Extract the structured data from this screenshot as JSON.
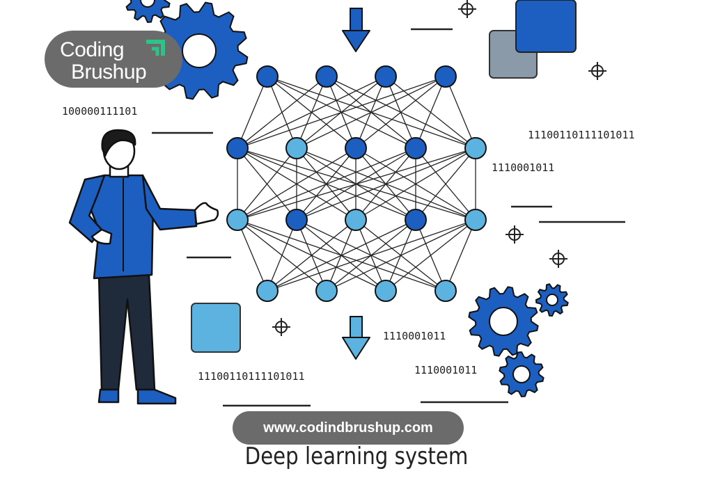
{
  "brand": {
    "line1": "Coding",
    "line2": "Brushup",
    "accent_color": "#2ec28b"
  },
  "website": "www.codindbrushup.com",
  "caption": "Deep learning system",
  "binary_labels": [
    "100000111101",
    "11100110111101011",
    "1110001011",
    "1110001011",
    "11100110111101011",
    "1110001011"
  ],
  "colors": {
    "dark_blue": "#1c5fc0",
    "light_blue": "#5db3e0",
    "gray_square": "#8a9aa8",
    "line": "#222222"
  },
  "network": {
    "layers": [
      [
        "dark",
        "dark",
        "dark",
        "dark"
      ],
      [
        "dark",
        "light",
        "dark",
        "dark",
        "light"
      ],
      [
        "light",
        "dark",
        "light",
        "dark",
        "light"
      ],
      [
        "light",
        "light",
        "light",
        "light"
      ]
    ]
  }
}
